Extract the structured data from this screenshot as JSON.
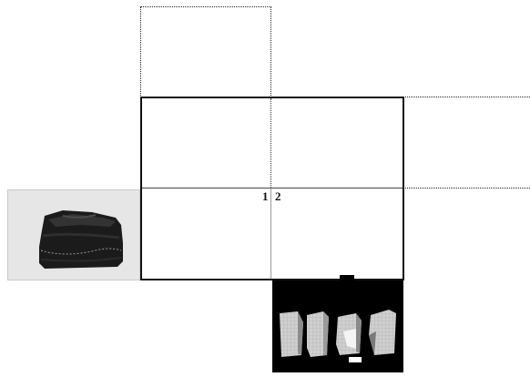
{
  "labels": {
    "left_number": "1",
    "right_number": "2"
  },
  "images": {
    "left_photo": "fabric-bag-photo",
    "bottom_photo": "folded-panels-model-photo"
  },
  "colors": {
    "line": "#111111",
    "photo_left_bg": "#e6e6e6",
    "photo_bottom_bg": "#000000"
  }
}
